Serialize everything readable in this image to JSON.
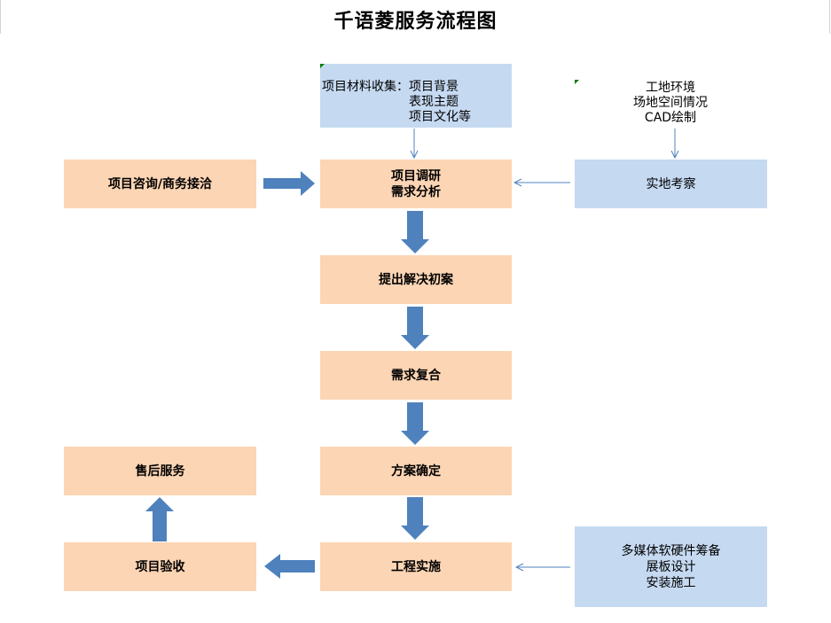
{
  "title": "千语菱服务流程图",
  "colors": {
    "process": "#fcd5b4",
    "info": "#c5d9f1",
    "arrow": "#4f81bd"
  },
  "boxes": {
    "consult": "项目咨询/商务接洽",
    "research": [
      "项目调研",
      "需求分析"
    ],
    "proposal": "提出解决初案",
    "review": "需求复合",
    "confirm": "方案确定",
    "implement": "工程实施",
    "acceptance": "项目验收",
    "aftersales": "售后服务",
    "site_survey": "实地考察",
    "multimedia": [
      "多媒体软硬件筹备",
      "展板设计",
      "安装施工"
    ]
  },
  "notes": {
    "materials_label": "项目材料收集：",
    "materials_items": [
      "项目背景",
      "表现主题",
      "项目文化等"
    ],
    "site_items": [
      "工地环境",
      "场地空间情况",
      "CAD绘制"
    ]
  }
}
